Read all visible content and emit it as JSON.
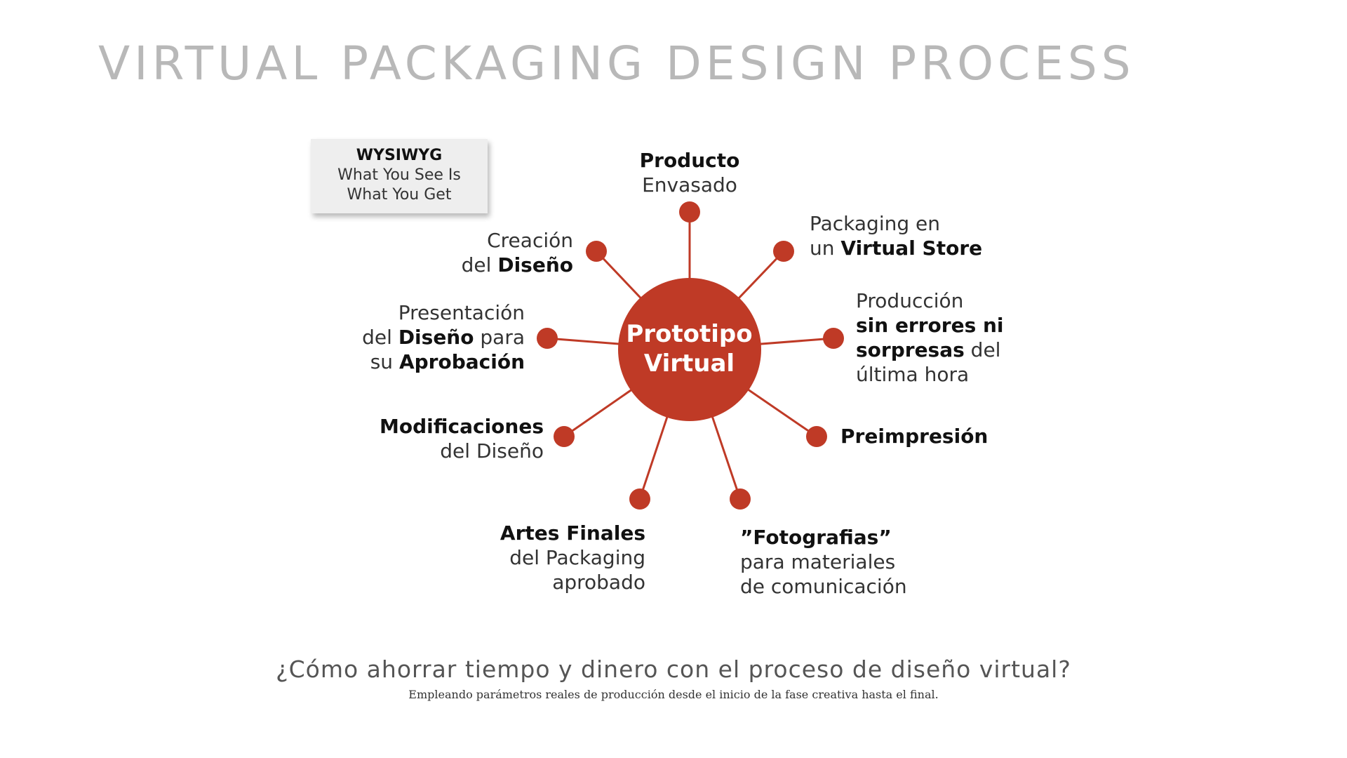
{
  "title": "VIRTUAL PACKAGING DESIGN PROCESS",
  "wysiwyg": {
    "heading": "WYSIWYG",
    "line1": "What You See Is",
    "line2": "What You Get"
  },
  "hub": {
    "line1": "Prototipo",
    "line2": "Virtual"
  },
  "nodes": {
    "producto": {
      "l1b": "Producto",
      "l2": "Envasado"
    },
    "virtual_store": {
      "l1": "Packaging en",
      "l2a": "un ",
      "l2b": "Virtual Store"
    },
    "produccion": {
      "l1": "Producción",
      "l2b": "sin errores ni",
      "l3b": "sorpresas",
      "l3n": " del",
      "l4": "última hora"
    },
    "preimpresion": {
      "l1b": "Preimpresión"
    },
    "fotografias": {
      "l1b": "”Fotografias”",
      "l2": "para materiales",
      "l3": "de comunicación"
    },
    "artes_finales": {
      "l1b": "Artes Finales",
      "l2": "del Packaging",
      "l3": "aprobado"
    },
    "modificaciones": {
      "l1b": "Modificaciones",
      "l2": "del Diseño"
    },
    "presentacion": {
      "l1": "Presentación",
      "l2a": "del ",
      "l2b": "Diseño",
      "l2c": " para",
      "l3a": "su ",
      "l3b": "Aprobación"
    },
    "creacion": {
      "l1": "Creación",
      "l2a": "del ",
      "l2b": "Diseño"
    }
  },
  "footer": {
    "question": "¿Cómo ahorrar tiempo y dinero con el proceso de diseño virtual?",
    "subtext": "Empleando parámetros reales de producción desde el inicio de la fase creativa hasta el final."
  },
  "colors": {
    "accent": "#bf3a26",
    "title": "#b8b8b8"
  }
}
